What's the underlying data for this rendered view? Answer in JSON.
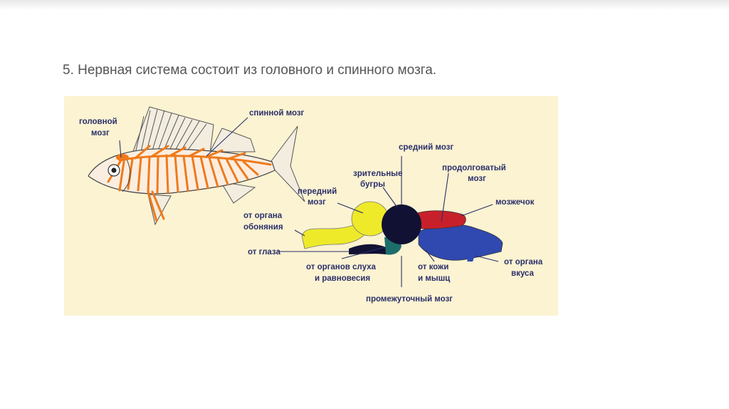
{
  "slide": {
    "title": "5. Нервная система состоит из головного и спинного мозга."
  },
  "diagram": {
    "background_color": "#fcf3d2",
    "labels": {
      "golovnoy_1": "головной",
      "golovnoy_2": "мозг",
      "spinnoy": "спинной мозг",
      "sredniy": "средний мозг",
      "zritelnye_1": "зрительные",
      "zritelnye_2": "бугры",
      "prodolgovaty_1": "продолговатый",
      "prodolgovaty_2": "мозг",
      "peredniy_1": "передний",
      "peredniy_2": "мозг",
      "mozzhechok": "мозжечок",
      "obonyaniya_1": "от органа",
      "obonyaniya_2": "обоняния",
      "glaza": "от глаза",
      "slukha_1": "от органов слуха",
      "slukha_2": "и равновесия",
      "kozhi_1": "от кожи",
      "kozhi_2": "и мышц",
      "vkusa_1": "от органа",
      "vkusa_2": "вкуса",
      "promezhutochny": "промежуточный мозг"
    },
    "colors": {
      "nerves": "#f07a1a",
      "forebrain": "#eeea2a",
      "midbrain": "#111133",
      "cerebellum": "#c8202a",
      "medulla": "#2f49b0",
      "diencephalon": "#1d6e6a"
    }
  }
}
